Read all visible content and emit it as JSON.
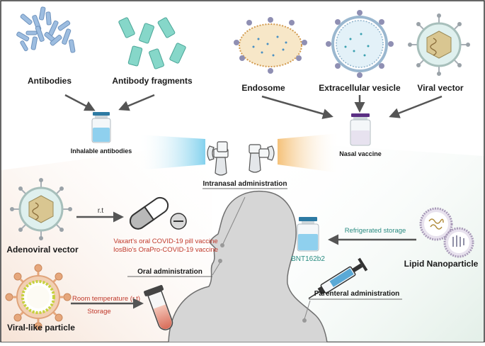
{
  "top": {
    "antibodies_label": "Antibodies",
    "antibody_fragments_label": "Antibody fragments",
    "endosome_label": "Endosome",
    "extracellular_vesicle_label": "Extracellular vesicle",
    "viral_vector_label": "Viral vector",
    "inhalable_label": "Inhalable antibodies",
    "nasal_vaccine_label": "Nasal vaccine",
    "intranasal_label": "Intranasal administration"
  },
  "left": {
    "adenoviral_label": "Adenoviral vector",
    "rt_label": "r.t",
    "pill_vaccine_1": "Vaxart's oral COVID-19 pill vaccine",
    "pill_vaccine_2": "IosBio's OraPro-COVID-19 vaccine",
    "oral_admin_label": "Oral administration",
    "vlp_label": "Viral-like particle",
    "room_temp_label": "Room temperature (r.t)",
    "storage_label": "Storage"
  },
  "right": {
    "bnt_label": "BNT162b2",
    "refrigerated_label": "Refrigerated storage",
    "lipid_label": "Lipid Nanoparticle",
    "parenteral_label": "Parenteral administration"
  },
  "colors": {
    "arrow": "#555555",
    "text_red": "#c0392b",
    "text_teal": "#2a8c82",
    "antibody_blue": "#8fb3d9",
    "fragment_teal": "#7fd1c4",
    "head_gray": "#d6d6d6",
    "vial_liquid": "#8fd0ee"
  }
}
